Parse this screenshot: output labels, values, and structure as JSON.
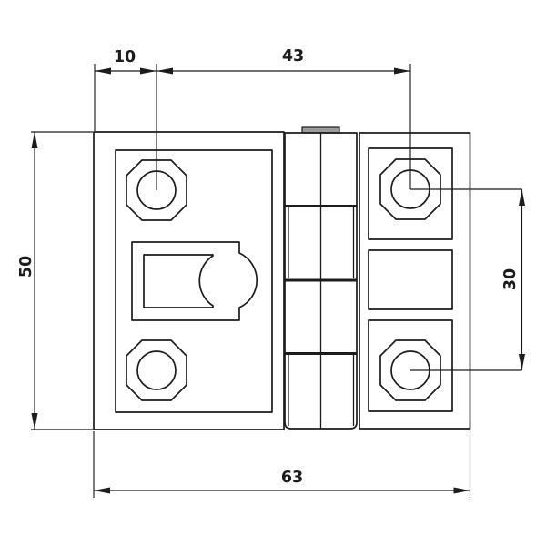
{
  "colors": {
    "background": "#ffffff",
    "line": "#1c1c1c",
    "pin_tab_fill": "#9b9b9b"
  },
  "drawing": {
    "dimensions": {
      "hole_offset_top": {
        "label": "10",
        "value": 10
      },
      "hole_span_top": {
        "label": "43",
        "value": 43
      },
      "leaf_height": {
        "label": "50",
        "value": 50
      },
      "hole_spacing_right": {
        "label": "30",
        "value": 30
      },
      "overall_width": {
        "label": "63",
        "value": 63
      }
    }
  }
}
